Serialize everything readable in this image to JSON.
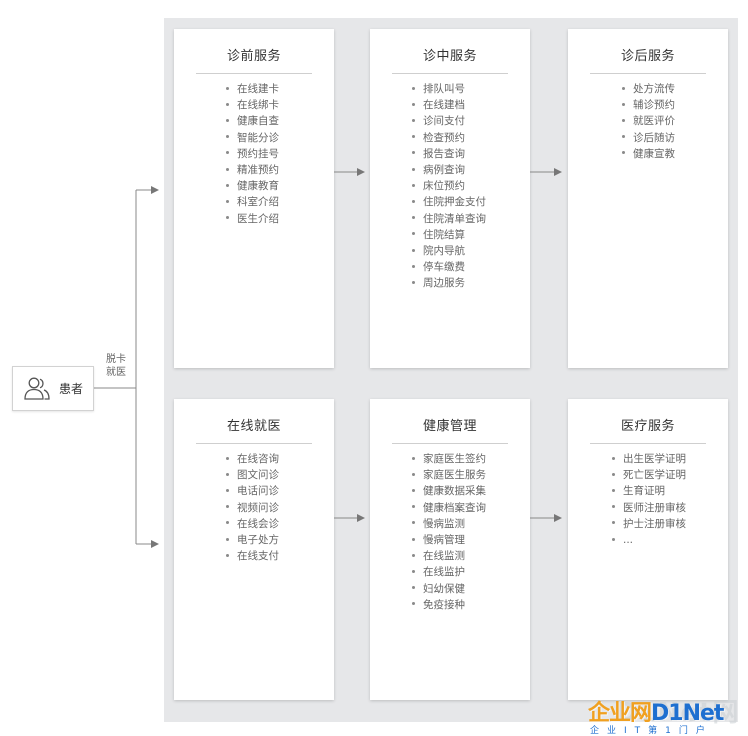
{
  "patient": {
    "label": "患者",
    "icon": "users-icon",
    "flow_label_line1": "脱卡",
    "flow_label_line2": "就医"
  },
  "cards": [
    {
      "title": "诊前服务",
      "items": [
        "在线建卡",
        "在线绑卡",
        "健康自查",
        "智能分诊",
        "预约挂号",
        "精准预约",
        "健康教育",
        "科室介绍",
        "医生介绍"
      ]
    },
    {
      "title": "诊中服务",
      "items": [
        "排队叫号",
        "在线建档",
        "诊间支付",
        "检查预约",
        "报告查询",
        "病例查询",
        "床位预约",
        "住院押金支付",
        "住院清单查询",
        "住院结算",
        "院内导航",
        "停车缴费",
        "周边服务"
      ]
    },
    {
      "title": "诊后服务",
      "items": [
        "处方流传",
        "辅诊预约",
        "就医评价",
        "诊后随访",
        "健康宣教"
      ]
    },
    {
      "title": "在线就医",
      "items": [
        "在线咨询",
        "图文问诊",
        "电话问诊",
        "视频问诊",
        "在线会诊",
        "电子处方",
        "在线支付"
      ]
    },
    {
      "title": "健康管理",
      "items": [
        "家庭医生签约",
        "家庭医生服务",
        "健康数据采集",
        "健康档案查询",
        "慢病监测",
        "慢病管理",
        "在线监测",
        "在线监护",
        "妇幼保健",
        "免疫接种"
      ]
    },
    {
      "title": "医疗服务",
      "items": [
        "出生医学证明",
        "死亡医学证明",
        "生育证明",
        "医师注册审核",
        "护士注册审核",
        "..."
      ]
    }
  ],
  "watermark": {
    "logo_cn": "企业网",
    "logo_en": "D1Net",
    "slogan": "企业IT第1门户",
    "bg_text": "D1Net网"
  },
  "colors": {
    "panel_bg": "#e6e7e9",
    "card_bg": "#ffffff",
    "arrow": "#777777",
    "watermark_orange": "#f0a020",
    "watermark_blue": "#1e6fd0"
  }
}
